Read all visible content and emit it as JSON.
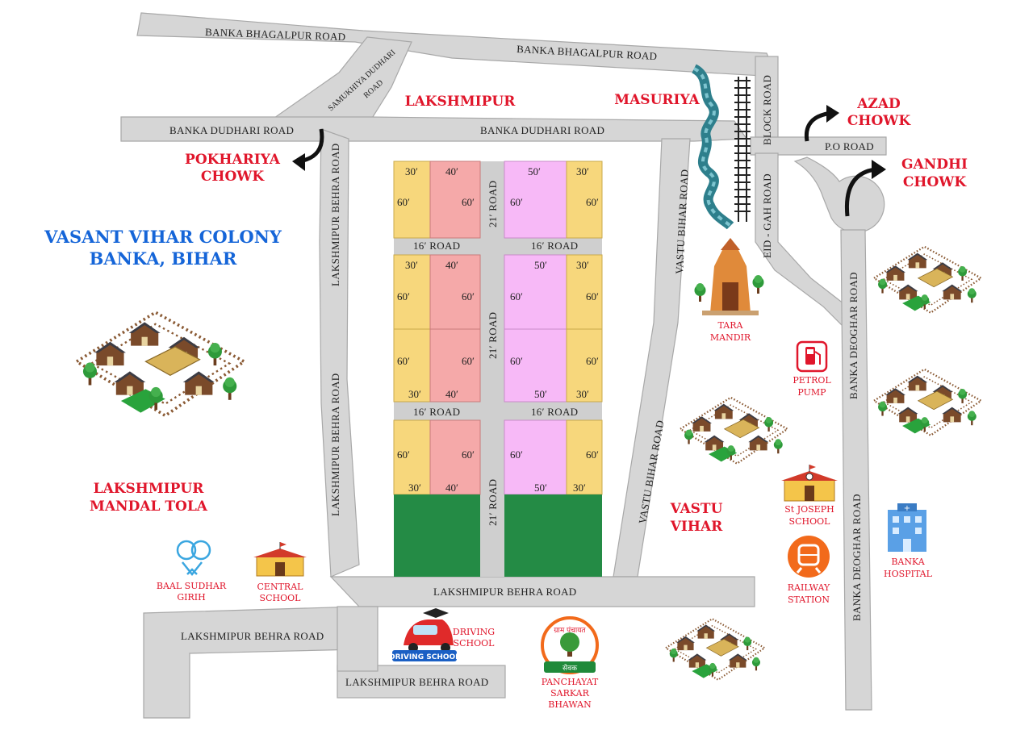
{
  "colors": {
    "road": "#d6d6d6",
    "plot_yellow": "#f7d77c",
    "plot_red": "#f5a9a9",
    "plot_pink": "#f7b9f7",
    "park": "#248b45",
    "title_blue": "#1565d8",
    "label_red": "#e0162b",
    "river": "#2e7f8c"
  },
  "title": {
    "line1": "VASANT VIHAR COLONY",
    "line2": "BANKA, BIHAR"
  },
  "roads": {
    "banka_bhagalpur_1": "BANKA BHAGALPUR ROAD",
    "banka_bhagalpur_2": "BANKA BHAGALPUR ROAD",
    "samukhiya_line1": "SAMUKHIYA DUDHARI",
    "samukhiya_line2": "ROAD",
    "banka_dudhari_1": "BANKA DUDHARI ROAD",
    "banka_dudhari_2": "BANKA DUDHARI ROAD",
    "block_road": "BLOCK ROAD",
    "po_road": "P.O ROAD",
    "eid_gah_road": "EID - GAH ROAD",
    "lakshmipur_behra_v1": "LAKSHMIPUR BEHRA ROAD",
    "lakshmipur_behra_v2": "LAKSHMIPUR BEHRA ROAD",
    "vastu_bihar_1": "VASTU BIHAR ROAD",
    "vastu_bihar_2": "VASTU BIHAR ROAD",
    "banka_deoghar_1": "BANKA DEOGHAR ROAD",
    "banka_deoghar_2": "BANKA DEOGHAR ROAD",
    "lakshmipur_behra_h1": "LAKSHMIPUR BEHRA ROAD",
    "lakshmipur_behra_h2": "LAKSHMIPUR BEHRA ROAD",
    "lakshmipur_behra_h3": "LAKSHMIPUR BEHRA ROAD",
    "road16_a": "16′ ROAD",
    "road16_b": "16′ ROAD",
    "road16_c": "16′ ROAD",
    "road16_d": "16′ ROAD",
    "road21_a": "21′ ROAD",
    "road21_b": "21′ ROAD",
    "road21_c": "21′ ROAD"
  },
  "places": {
    "lakshmipur": "LAKSHMIPUR",
    "masuriya": "MASURIYA",
    "azad_line1": "AZAD",
    "azad_line2": "CHOWK",
    "gandhi_line1": "GANDHI",
    "gandhi_line2": "CHOWK",
    "pokhariya_line1": "POKHARIYA",
    "pokhariya_line2": "CHOWK",
    "mandal_line1": "LAKSHMIPUR",
    "mandal_line2": "MANDAL TOLA",
    "vastu_line1": "VASTU",
    "vastu_line2": "VIHAR"
  },
  "landmarks": {
    "tara_line1": "TARA",
    "tara_line2": "MANDIR",
    "petrol_line1": "PETROL",
    "petrol_line2": "PUMP",
    "joseph_line1": "St JOSEPH",
    "joseph_line2": "SCHOOL",
    "railway_line1": "RAILWAY",
    "railway_line2": "STATION",
    "hospital_line1": "BANKA",
    "hospital_line2": "HOSPITAL",
    "baal_line1": "BAAL SUDHAR",
    "baal_line2": "GIRIH",
    "central_line1": "CENTRAL",
    "central_line2": "SCHOOL",
    "driving_line1": "DRIVING",
    "driving_line2": "SCHOOL",
    "driving_badge": "DRIVING SCHOOL",
    "panchayat_line1": "PANCHAYAT",
    "panchayat_line2": "SARKAR",
    "panchayat_line3": "BHAWAN",
    "panchayat_badge": "सेवक",
    "panchayat_arc": "ग्राम पंचायत"
  },
  "plots": {
    "b1_y_top": "30′",
    "b1_y_side": "60′",
    "b1_r_top": "40′",
    "b1_r_side": "60′",
    "b1_p_top": "50′",
    "b1_p_side": "60′",
    "b1_y2_top": "30′",
    "b1_y2_side": "60′",
    "b2_y_top": "30′",
    "b2_y_side": "60′",
    "b2_r_top": "40′",
    "b2_r_side": "60′",
    "b2_p_top": "50′",
    "b2_p_side": "60′",
    "b2_y2_top": "30′",
    "b2_y2_side": "60′",
    "b3_y_side": "60′",
    "b3_y_bot": "30′",
    "b3_r_side": "60′",
    "b3_r_bot": "40′",
    "b3_p_side": "60′",
    "b3_p_bot": "50′",
    "b3_y2_side": "60′",
    "b3_y2_bot": "30′",
    "b4_y_side": "60′",
    "b4_y_bot": "30′",
    "b4_r_side": "60′",
    "b4_r_bot": "40′",
    "b4_p_side": "60′",
    "b4_p_bot": "50′",
    "b4_y2_side": "60′",
    "b4_y2_bot": "30′"
  }
}
